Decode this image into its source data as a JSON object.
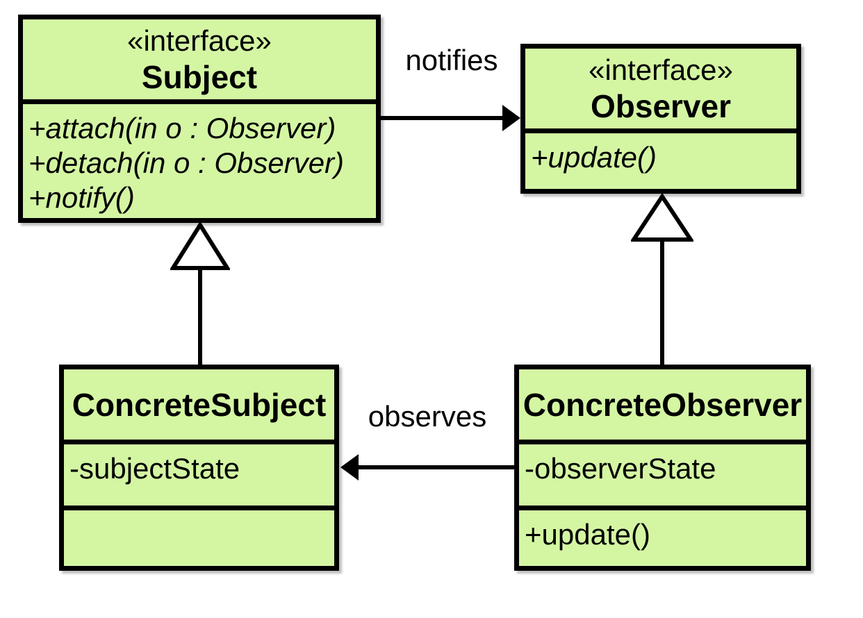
{
  "diagram": {
    "type": "uml-class-diagram",
    "pattern": "Observer",
    "background_color": "#ffffff",
    "class_fill_color": "#d4f6a3",
    "line_color": "#000000",
    "classes": [
      {
        "id": "subject",
        "stereotype": "«interface»",
        "name": "Subject",
        "attributes": [],
        "methods": [
          "+attach(in o : Observer)",
          "+detach(in o : Observer)",
          "+notify()"
        ],
        "abstract_members": true
      },
      {
        "id": "observer",
        "stereotype": "«interface»",
        "name": "Observer",
        "attributes": [],
        "methods": [
          "+update()"
        ],
        "abstract_members": true
      },
      {
        "id": "concrete-subject",
        "stereotype": "",
        "name": "ConcreteSubject",
        "attributes": [
          "-subjectState"
        ],
        "methods": [],
        "abstract_members": false
      },
      {
        "id": "concrete-observer",
        "stereotype": "",
        "name": "ConcreteObserver",
        "attributes": [
          "-observerState"
        ],
        "methods": [
          "+update()"
        ],
        "abstract_members": false
      }
    ],
    "edges": [
      {
        "type": "association",
        "label": "notifies",
        "from": "Subject",
        "to": "Observer",
        "arrowhead": "filled",
        "direction": "right"
      },
      {
        "type": "association",
        "label": "observes",
        "from": "ConcreteObserver",
        "to": "ConcreteSubject",
        "arrowhead": "filled",
        "direction": "left"
      },
      {
        "type": "generalization",
        "label": "",
        "from": "ConcreteSubject",
        "to": "Subject",
        "arrowhead": "hollow-triangle",
        "direction": "up"
      },
      {
        "type": "generalization",
        "label": "",
        "from": "ConcreteObserver",
        "to": "Observer",
        "arrowhead": "hollow-triangle",
        "direction": "up"
      }
    ]
  }
}
